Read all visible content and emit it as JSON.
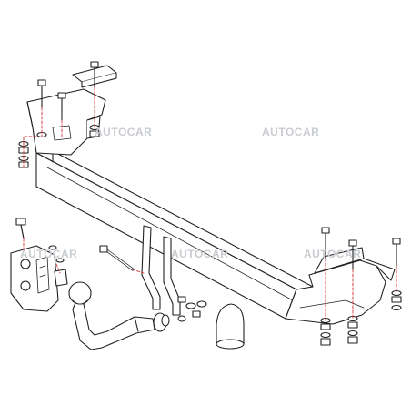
{
  "watermarks": [
    "AUTOCAR",
    "AUTOCAR",
    "AUTOCAR",
    "AUTOCAR",
    "AUTOCAR"
  ],
  "colors": {
    "line": "#222222",
    "guide": "#d33030",
    "watermark": "#c9ccd0",
    "background": "#ffffff"
  },
  "parts": [
    "main-crossbar",
    "left-mounting-bracket",
    "right-mounting-bracket",
    "tow-ball",
    "electrical-socket",
    "ball-cover-cap",
    "bolt-set",
    "nut-set"
  ]
}
